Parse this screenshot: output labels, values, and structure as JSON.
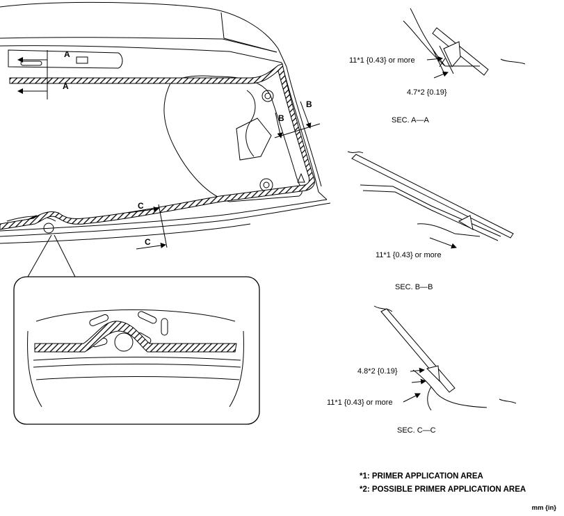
{
  "section_marks": {
    "a_top": "A",
    "a_bottom": "A",
    "b_outer": "B",
    "b_inner": "B",
    "c_top": "C",
    "c_bottom": "C"
  },
  "sections": {
    "aa": {
      "dim_1": "11*1 {0.43} or more",
      "dim_2": "4.7*2 {0.19}",
      "title": "SEC. A—A"
    },
    "bb": {
      "dim_1": "11*1 {0.43} or more",
      "title": "SEC. B—B"
    },
    "cc": {
      "dim_2": "4.8*2 {0.19}",
      "dim_1": "11*1 {0.43} or more",
      "title": "SEC. C—C"
    }
  },
  "notes": {
    "note_1": "*1: PRIMER APPLICATION AREA",
    "note_2": "*2: POSSIBLE PRIMER APPLICATION AREA",
    "units": "mm {in}"
  }
}
